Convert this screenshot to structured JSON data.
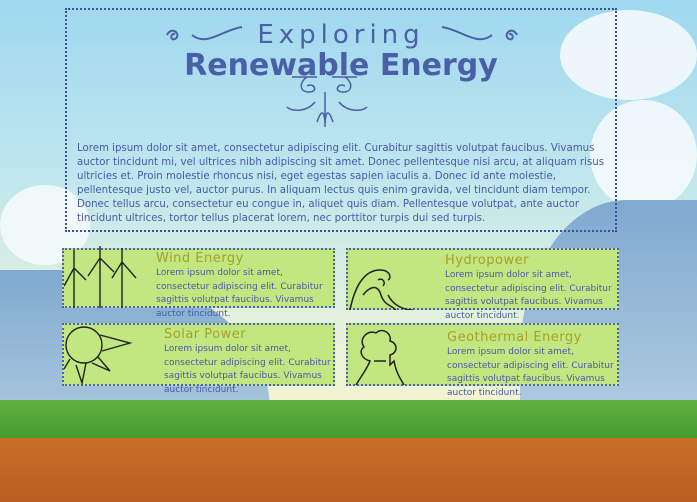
{
  "header": {
    "title_line1": "Exploring",
    "title_line2": "Renewable Energy"
  },
  "intro": {
    "paragraph1": "Lorem ipsum dolor sit amet, consectetur adipiscing elit. Curabitur sagittis volutpat faucibus. Vivamus auctor tincidunt mi, vel ultrices nibh adipiscing sit amet. Donec pellentesque nisi arcu, at aliquam risus ultricies et. Proin molestie rhoncus nisi, eget egestas sapien iaculis a. Donec id ante molestie, pellentesque justo vel, auctor purus. In aliquam lectus quis enim gravida, vel tincidunt diam tempor.",
    "paragraph2": "Donec tellus arcu, consectetur eu congue in, aliquet quis diam. Pellentesque volutpat, ante auctor tincidunt ultrices, tortor tellus placerat lorem, nec porttitor turpis dui sed turpis."
  },
  "cards": [
    {
      "title": "Wind Energy",
      "icon": "wind-turbine-icon",
      "text": "Lorem ipsum dolor sit amet, consectetur adipiscing elit. Curabitur sagittis volutpat faucibus. Vivamus auctor tincidunt."
    },
    {
      "title": "Hydropower",
      "icon": "wave-icon",
      "text": "Lorem ipsum dolor sit amet, consectetur adipiscing elit. Curabitur sagittis volutpat faucibus. Vivamus auctor tincidunt."
    },
    {
      "title": "Solar Power",
      "icon": "sun-icon",
      "text": "Lorem ipsum dolor sit amet, consectetur adipiscing elit. Curabitur sagittis volutpat faucibus. Vivamus auctor tincidunt."
    },
    {
      "title": "Geothermal Energy",
      "icon": "volcano-icon",
      "text": "Lorem ipsum dolor sit amet, consectetur adipiscing elit. Curabitur sagittis volutpat faucibus. Vivamus auctor tincidunt."
    }
  ],
  "colors": {
    "title": "#4a5fa8",
    "card_bg": "#c2e680",
    "card_title": "#a8a028"
  }
}
